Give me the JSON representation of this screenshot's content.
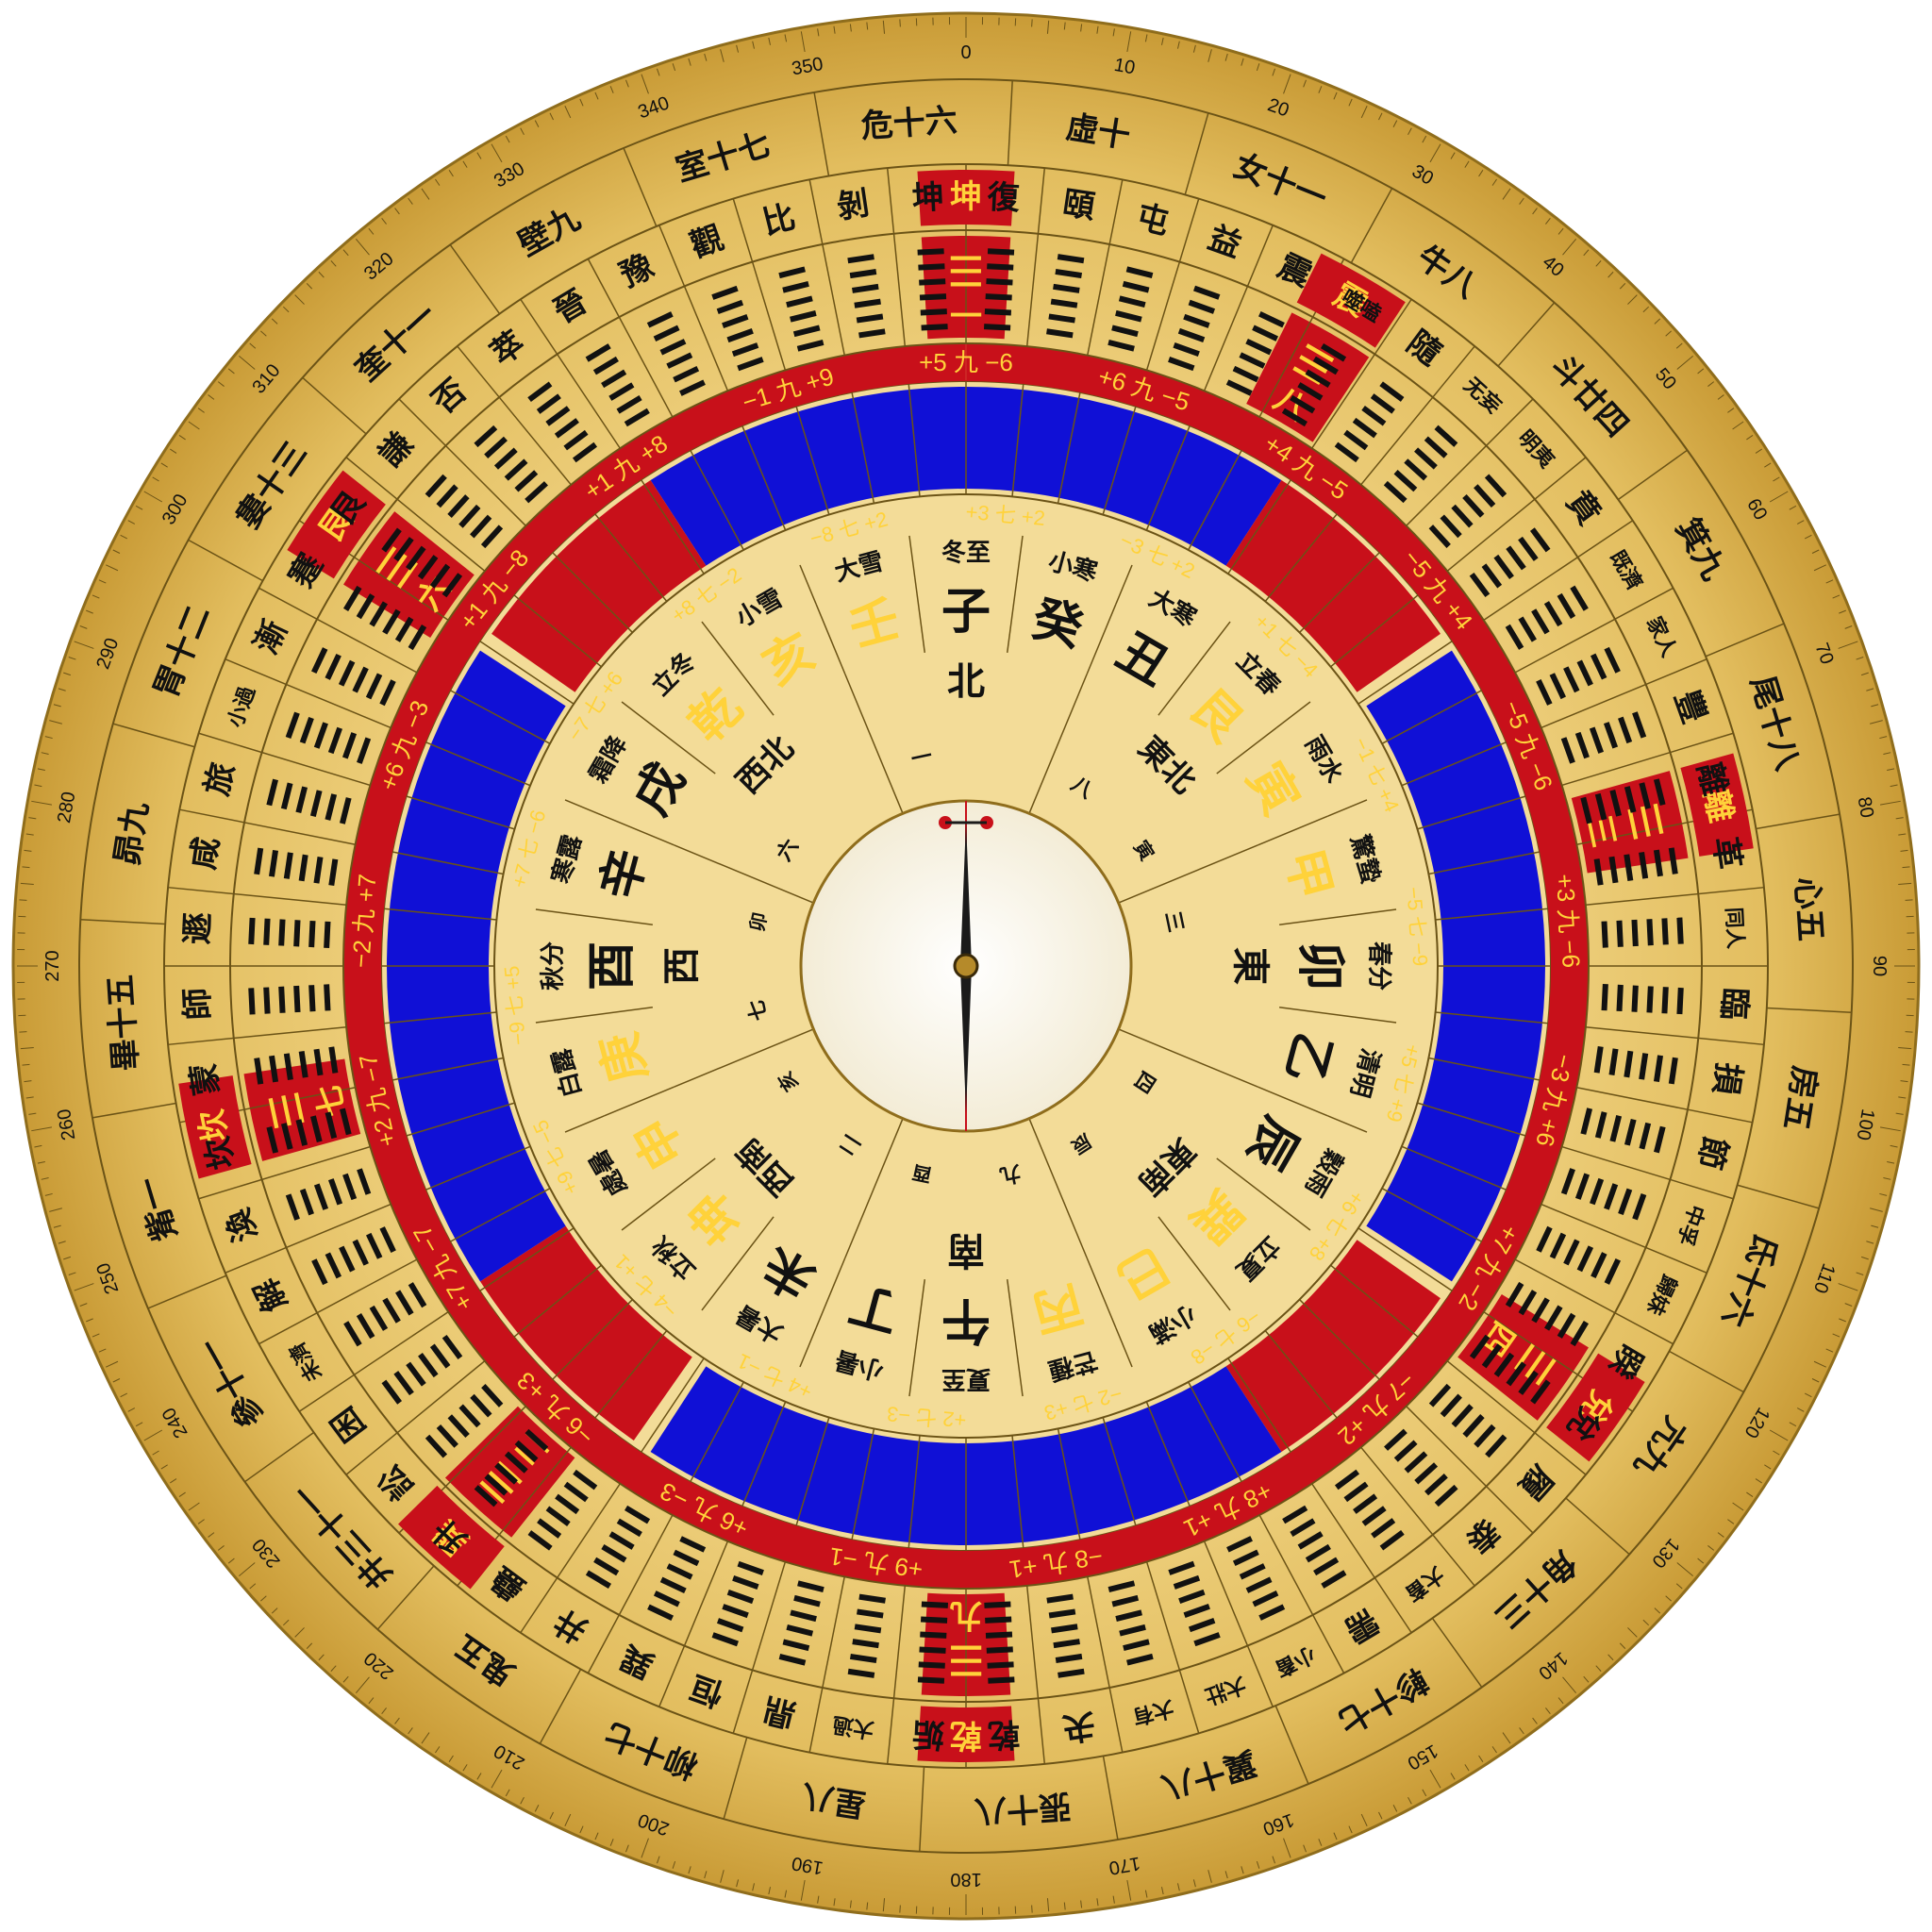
{
  "colors": {
    "gold_light": "#f6e3a4",
    "gold_mid": "#e2c16b",
    "gold_dark": "#b8922f",
    "red": "#c8101a",
    "blue": "#1010d6",
    "ink": "#111111",
    "yellow_text": "#ffd23a"
  },
  "center": {
    "north_label": "北",
    "south_label": "南",
    "east_label": "東",
    "west_label": "西",
    "needle": "compass-needle"
  },
  "ring_directions": [
    "北",
    "東北",
    "東",
    "東南",
    "南",
    "西南",
    "西",
    "西北"
  ],
  "ring_directions_small": [
    "一",
    "八",
    "三",
    "四",
    "九",
    "二",
    "七",
    "六"
  ],
  "ring_branch_small": [
    "",
    "寅",
    "",
    "辰",
    "酉",
    "亥",
    "卯",
    ""
  ],
  "mountains_24": [
    "子",
    "癸",
    "丑",
    "艮",
    "寅",
    "甲",
    "卯",
    "乙",
    "辰",
    "巽",
    "巳",
    "丙",
    "午",
    "丁",
    "未",
    "坤",
    "申",
    "庚",
    "酉",
    "辛",
    "戌",
    "乾",
    "亥",
    "壬"
  ],
  "mountains_red_flags": [
    false,
    false,
    false,
    true,
    true,
    true,
    false,
    false,
    false,
    true,
    true,
    true,
    false,
    false,
    false,
    true,
    true,
    true,
    false,
    false,
    false,
    true,
    true,
    true
  ],
  "solar_terms_24": [
    "冬至",
    "小寒",
    "大寒",
    "立春",
    "雨水",
    "驚蟄",
    "春分",
    "清明",
    "穀雨",
    "立夏",
    "小滿",
    "芒種",
    "夏至",
    "小暑",
    "大暑",
    "立秋",
    "處暑",
    "白露",
    "秋分",
    "寒露",
    "霜降",
    "立冬",
    "小雪",
    "大雪"
  ],
  "trigram_markers": [
    {
      "label": "坤",
      "number": "一",
      "angle": 0
    },
    {
      "label": "震",
      "number": "八",
      "angle": 30
    },
    {
      "label": "離",
      "number": "三",
      "angle": 78
    },
    {
      "label": "兌",
      "number": "四",
      "angle": 125
    },
    {
      "label": "乾",
      "number": "九",
      "angle": 180
    },
    {
      "label": "巽",
      "number": "二",
      "angle": 222
    },
    {
      "label": "坎",
      "number": "七",
      "angle": 258
    },
    {
      "label": "艮",
      "number": "六",
      "angle": 305
    }
  ],
  "hexagram_names": [
    "復",
    "頤",
    "屯",
    "益",
    "震",
    "噬嗑",
    "隨",
    "无妄",
    "明夷",
    "賁",
    "既濟",
    "家人",
    "豐",
    "離",
    "革",
    "同人",
    "臨",
    "損",
    "節",
    "中孚",
    "歸妹",
    "睽",
    "兌",
    "履",
    "泰",
    "大畜",
    "需",
    "小畜",
    "大壯",
    "大有",
    "夬",
    "乾",
    "姤",
    "大過",
    "鼎",
    "恒",
    "巽",
    "井",
    "蠱",
    "升",
    "訟",
    "困",
    "未濟",
    "解",
    "渙",
    "坎",
    "蒙",
    "師",
    "遯",
    "咸",
    "旅",
    "小過",
    "漸",
    "蹇",
    "艮",
    "謙",
    "否",
    "萃",
    "晉",
    "豫",
    "觀",
    "比",
    "剝",
    "坤"
  ],
  "yun_ring": [
    "+5 九 −6",
    "+6 九 −5",
    "+4 九 −5",
    "−5 九 +4",
    "−5 九 −6",
    "+3 九 −6",
    "−3 九 +6",
    "+7 九 −2",
    "−7 九 +2",
    "+8 九 +1",
    "−8 九 +1",
    "+9 九 −1",
    "+6 九 −3",
    "−6 九 +3",
    "+7 九 −7",
    "+2 九 −7",
    "−2 九 +7",
    "+6 九 −3",
    "+1 九 −8",
    "+1 九 +8",
    "−1 九 +9"
  ],
  "inner_yun_ring": [
    "+3 七 +2",
    "−3 七 +2",
    "+1 七 −4",
    "−1 七 +4",
    "−5 七 −9",
    "+5 七 +9",
    "+6 七 +8",
    "−6 七 −8",
    "−2 七 +3",
    "+2 七 −3",
    "+4 七 −1",
    "−4 七 +1",
    "+9 七 −5",
    "−9 七 +5",
    "+7 七 −6",
    "−7 七 +6",
    "+8 七 −2",
    "−8 七 +2"
  ],
  "lodges_28": [
    "虛十",
    "女十一",
    "牛八",
    "斗廿四",
    "箕九",
    "尾十八",
    "心五",
    "房五",
    "氐十六",
    "亢九",
    "角十三",
    "軫十七",
    "翼十八",
    "張十八",
    "星八",
    "柳十七",
    "鬼五",
    "井三十一",
    "參十一",
    "觜一",
    "畢十五",
    "昴九",
    "胃十二",
    "婁十三",
    "奎十一",
    "壁九",
    "室十七",
    "危十六"
  ],
  "degree_labels": [
    "0",
    "10",
    "20",
    "30",
    "40",
    "50",
    "60",
    "70",
    "80",
    "90",
    "100",
    "110",
    "120",
    "130",
    "140",
    "150",
    "160",
    "170",
    "180",
    "190",
    "200",
    "210",
    "220",
    "230",
    "240",
    "250",
    "260",
    "270",
    "280",
    "290",
    "300",
    "310",
    "320",
    "330",
    "340",
    "350"
  ]
}
